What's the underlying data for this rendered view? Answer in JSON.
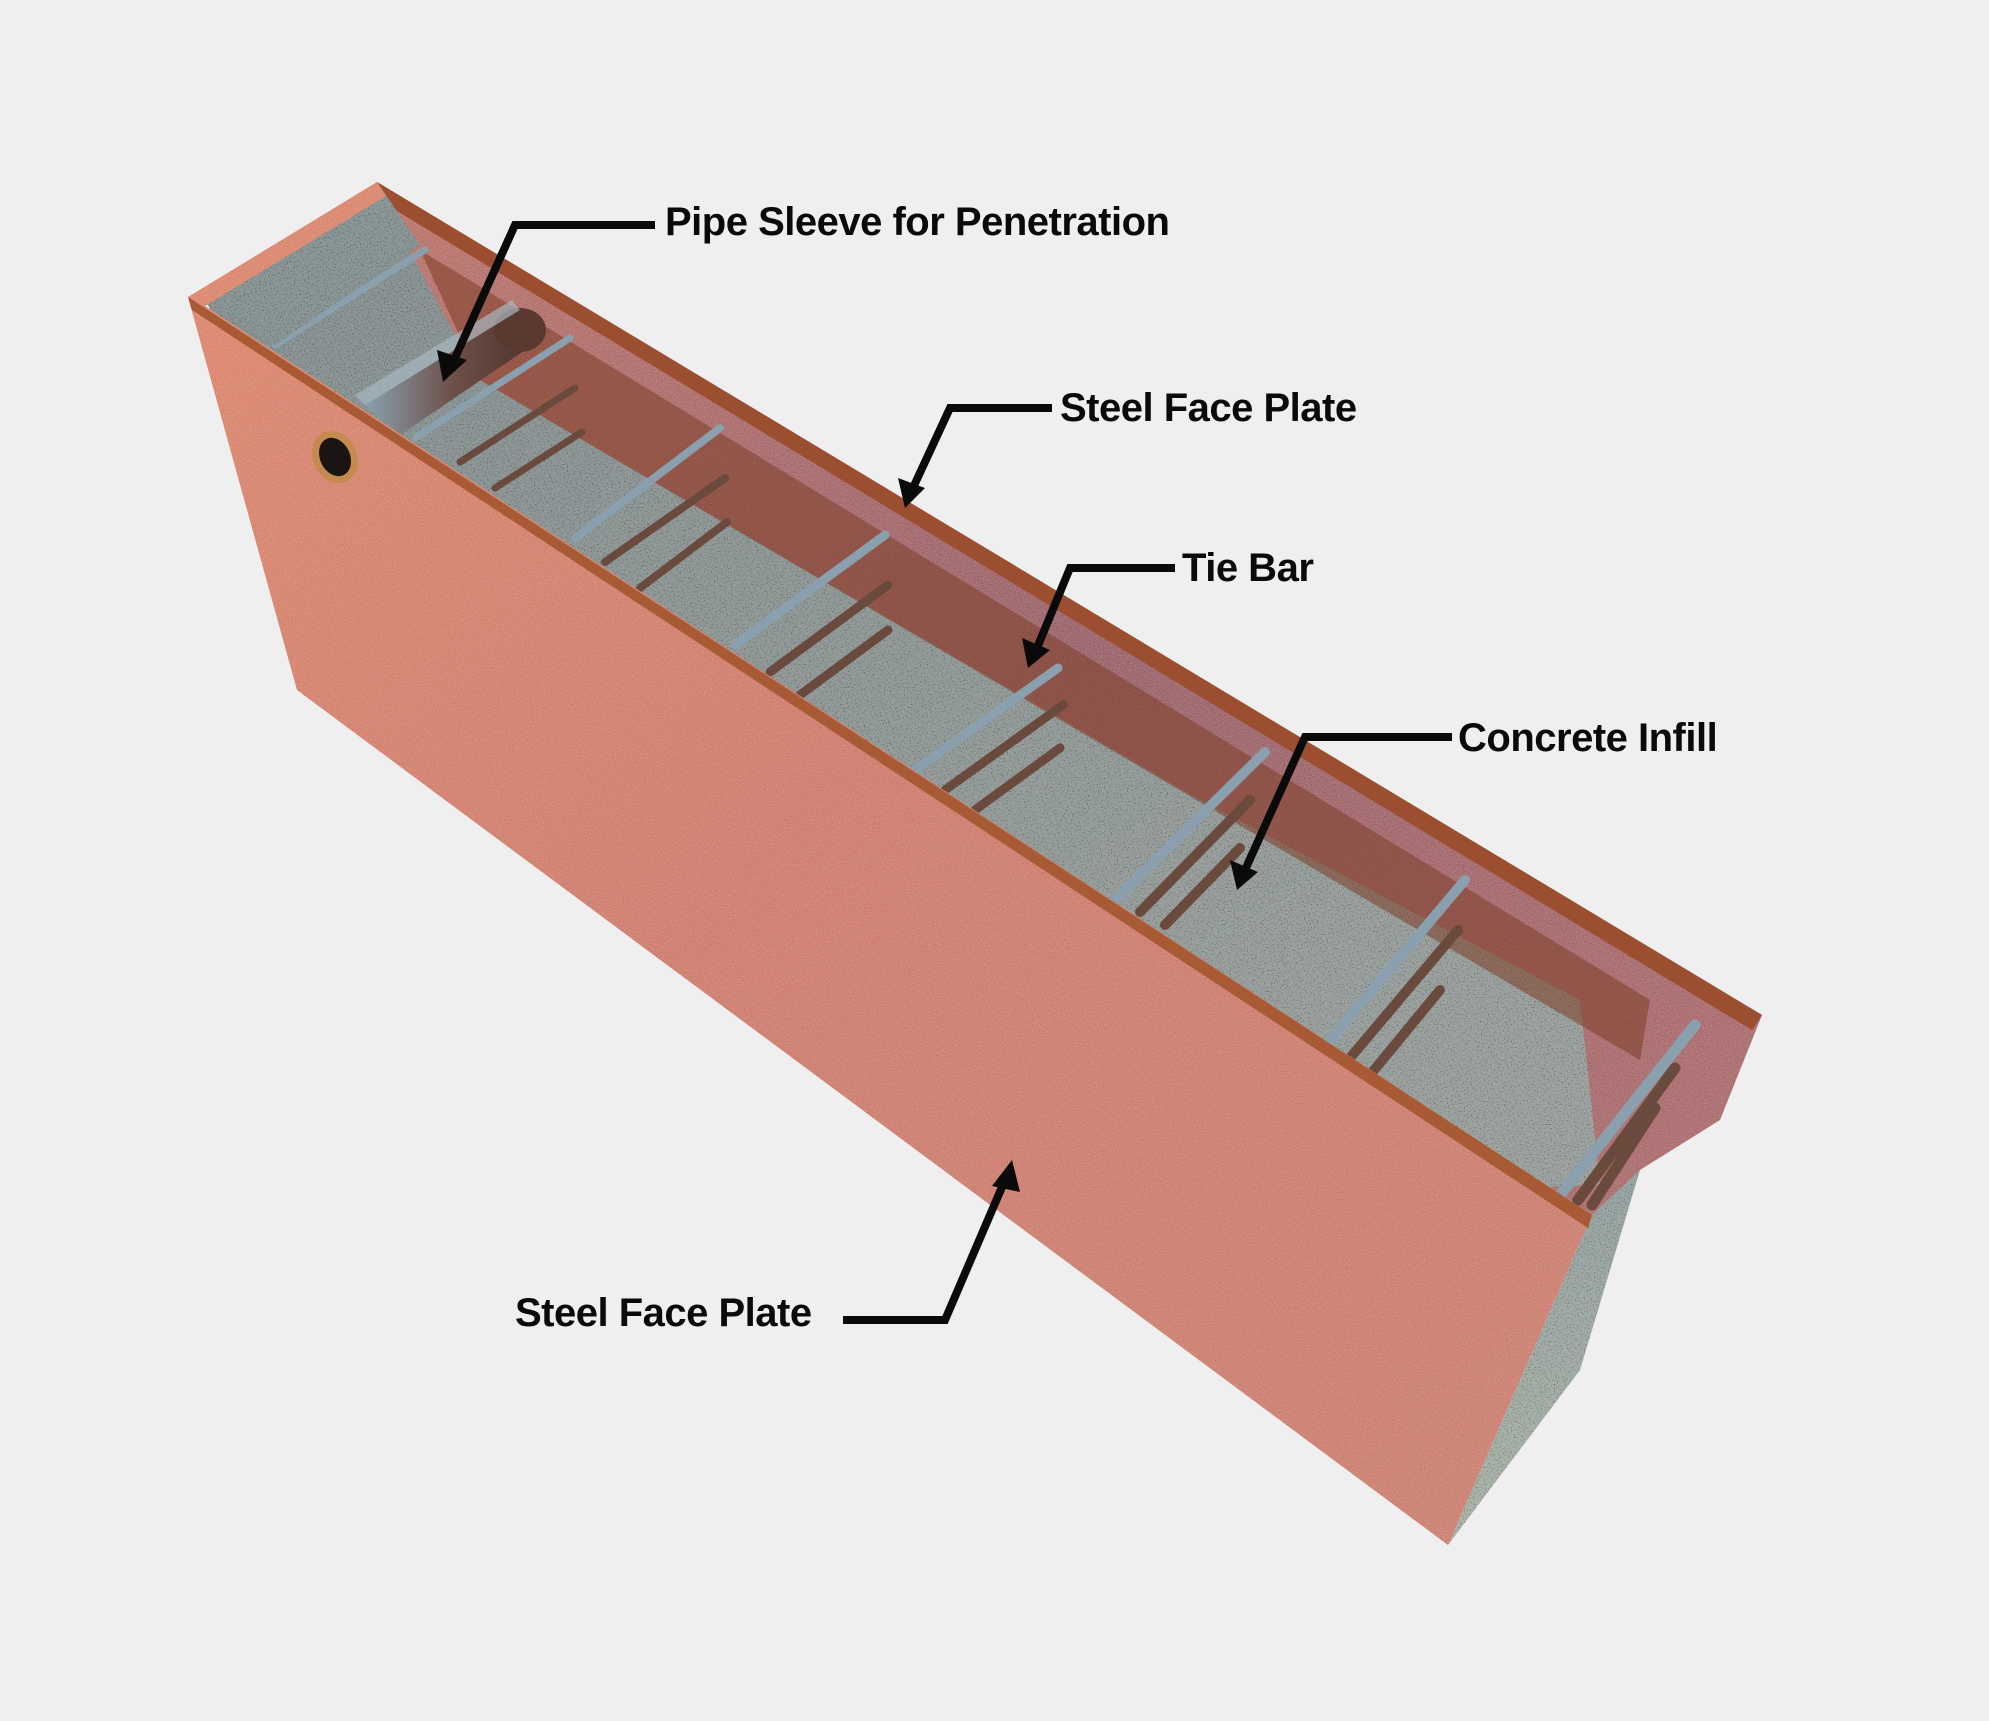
{
  "diagram": {
    "subject": "Composite steel-concrete wall module",
    "colors": {
      "background": "#efefef",
      "rust_light": "#d9772e",
      "rust_mid": "#b8602a",
      "rust_dark": "#7a3b22",
      "concrete": "#8e9797",
      "concrete_light": "#a7b0ae",
      "tie_bar": "#6b4a3e",
      "tie_bar_highlight": "#b8c4cc",
      "label_text": "#0a0a0a"
    }
  },
  "labels": [
    {
      "id": "pipe-sleeve",
      "text": "Pipe Sleeve for Penetration"
    },
    {
      "id": "steel-face-plate-back",
      "text": "Steel Face Plate"
    },
    {
      "id": "tie-bar",
      "text": "Tie Bar"
    },
    {
      "id": "concrete-infill",
      "text": "Concrete Infill"
    },
    {
      "id": "steel-face-plate-front",
      "text": "Steel Face Plate"
    }
  ]
}
